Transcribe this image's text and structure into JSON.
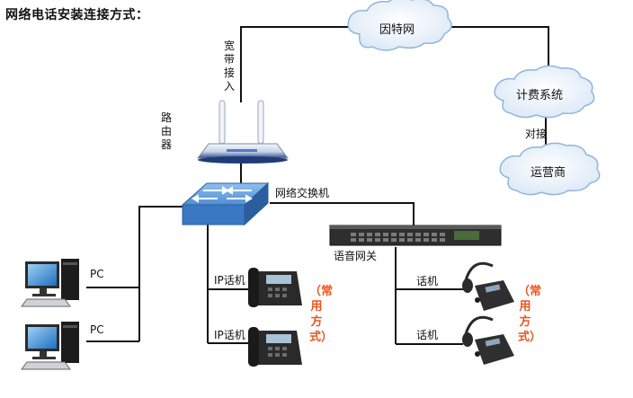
{
  "title": "网络电话安装连接方式：",
  "nodes": {
    "internet": "因特网",
    "billing": "计费系统",
    "carrier": "运营商",
    "router": "路由器",
    "switch": "网络交换机",
    "gateway": "语音网关"
  },
  "links": {
    "broadband": "宽带接入",
    "interconnect": "对接"
  },
  "devices": {
    "pc_1": "PC",
    "pc_2": "PC",
    "ip_phone_1": "IP话机",
    "ip_phone_2": "IP话机",
    "phone_1": "话机",
    "phone_2": "话机"
  },
  "notes": {
    "common_left": "（常用方式）",
    "common_right": "（常用方式）"
  },
  "colors": {
    "line": "#111111",
    "note": "#e8561e",
    "cloud_edge": "#8fb6dd",
    "switch_blue": "#3a78c4",
    "router_blue": "#2b4d8f"
  }
}
